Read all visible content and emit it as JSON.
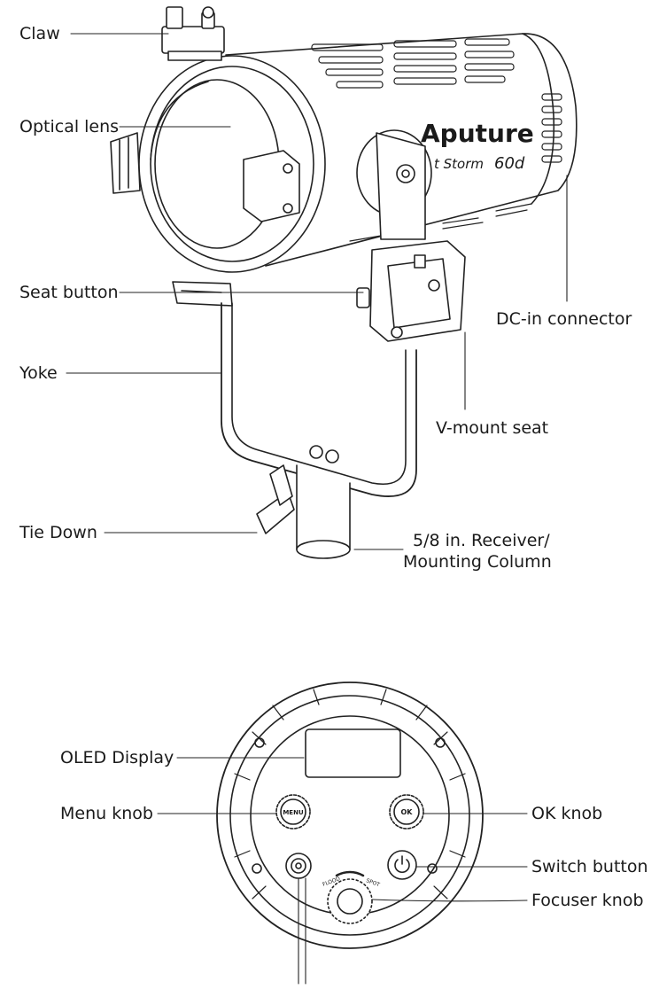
{
  "top_diagram": {
    "labels": {
      "claw": "Claw",
      "optical_lens": "Optical lens",
      "seat_button": "Seat button",
      "yoke": "Yoke",
      "tie_down": "Tie Down",
      "dc_in": "DC-in connector",
      "vmount": "V-mount seat",
      "receiver_line1": "5/8 in. Receiver/",
      "receiver_line2": "Mounting Column"
    },
    "brand": {
      "logo_text": "Aputure",
      "model_script": "t Storm",
      "model_number": "60d"
    }
  },
  "bottom_diagram": {
    "labels": {
      "oled": "OLED Display",
      "menu_knob": "Menu knob",
      "ok_knob": "OK knob",
      "switch_button": "Switch button",
      "focuser_knob": "Focuser knob"
    },
    "knob_text": {
      "menu": "MENU",
      "ok": "OK",
      "flood": "FLOOD",
      "spot": "SPOT"
    }
  },
  "colors": {
    "ink": "#1a1a1a",
    "line": "#222222",
    "fill": "#ffffff"
  }
}
